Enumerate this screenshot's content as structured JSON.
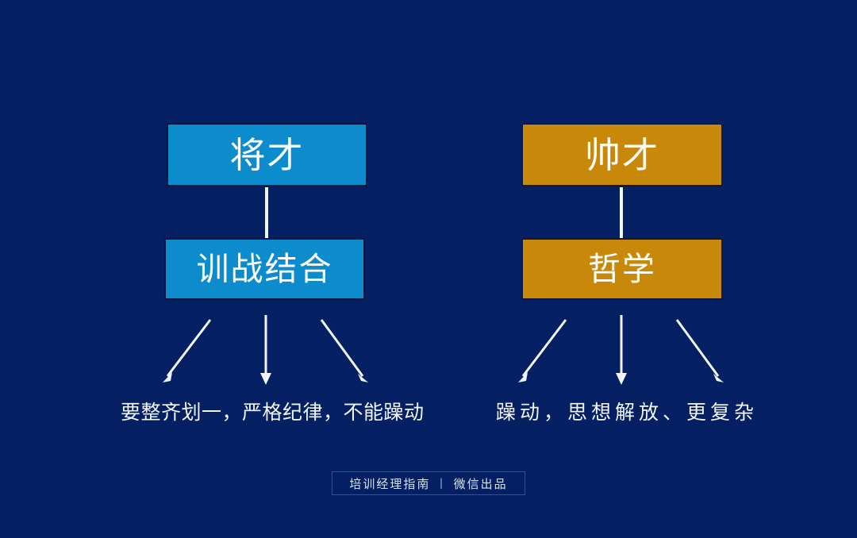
{
  "slide": {
    "background_color": "#042063",
    "text_color": "#f2f6fb"
  },
  "columns": [
    {
      "id": "left",
      "accent_color": "#0c8ccc",
      "nodes": [
        {
          "label": "将才"
        },
        {
          "label": "训战结合"
        }
      ],
      "caption": "要整齐划一，严格纪律，不能躁动",
      "arrow_count": 3
    },
    {
      "id": "right",
      "accent_color": "#c8890a",
      "nodes": [
        {
          "label": "帅才"
        },
        {
          "label": "哲学"
        }
      ],
      "caption": "躁动，思想解放、更复杂",
      "arrow_count": 3
    }
  ],
  "footer": {
    "brand": "培训经理指南",
    "divider": "|",
    "source": "微信出品"
  }
}
